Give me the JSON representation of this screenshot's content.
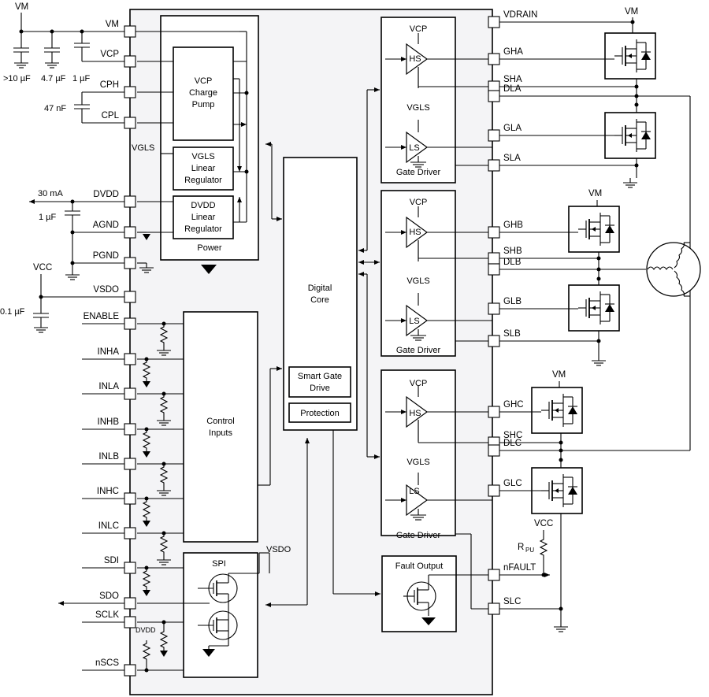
{
  "labels": {
    "vm_top_left": "VM",
    "cap_10": ">10 µF",
    "cap_4_7": "4.7 µF",
    "cap_1": "1 µF",
    "cap_47n": "47 nF",
    "dvdd_current": "30 mA",
    "dvdd_cap": "1 µF",
    "vcc_left": "VCC",
    "vsdo_cap": "0.1 µF",
    "vgls_side": "VGLS",
    "vsdo_spi": "VSDO",
    "dvdd_pullup": "DVDD",
    "vm_a": "VM",
    "vm_b": "VM",
    "vm_c": "VM",
    "vcc_right": "VCC",
    "rpu": "R",
    "rpu_sub": "PU"
  },
  "left_pins": [
    "VM",
    "VCP",
    "CPH",
    "CPL",
    "DVDD",
    "AGND",
    "PGND",
    "VSDO",
    "ENABLE",
    "INHA",
    "INLA",
    "INHB",
    "INLB",
    "INHC",
    "INLC",
    "SDI",
    "SDO",
    "SCLK",
    "nSCS"
  ],
  "right_pins": [
    "VDRAIN",
    "GHA",
    "SHA",
    "DLA",
    "GLA",
    "SLA",
    "GHB",
    "SHB",
    "DLB",
    "GLB",
    "SLB",
    "GHC",
    "SHC",
    "DLC",
    "GLC",
    "nFAULT",
    "SLC"
  ],
  "blocks": {
    "power": "Power",
    "charge_pump": [
      "VCP",
      "Charge",
      "Pump"
    ],
    "vgls_reg": [
      "VGLS",
      "Linear",
      "Regulator"
    ],
    "dvdd_reg": [
      "DVDD",
      "Linear",
      "Regulator"
    ],
    "control": [
      "Control",
      "Inputs"
    ],
    "spi": "SPI",
    "digital_core": [
      "Digital",
      "Core"
    ],
    "smart_gate": [
      "Smart Gate",
      "Drive"
    ],
    "protection": "Protection",
    "fault_output": "Fault Output",
    "gate_driver": "Gate Driver",
    "vcp_supply": "VCP",
    "vgls_supply": "VGLS",
    "hs": "HS",
    "ls": "LS"
  }
}
